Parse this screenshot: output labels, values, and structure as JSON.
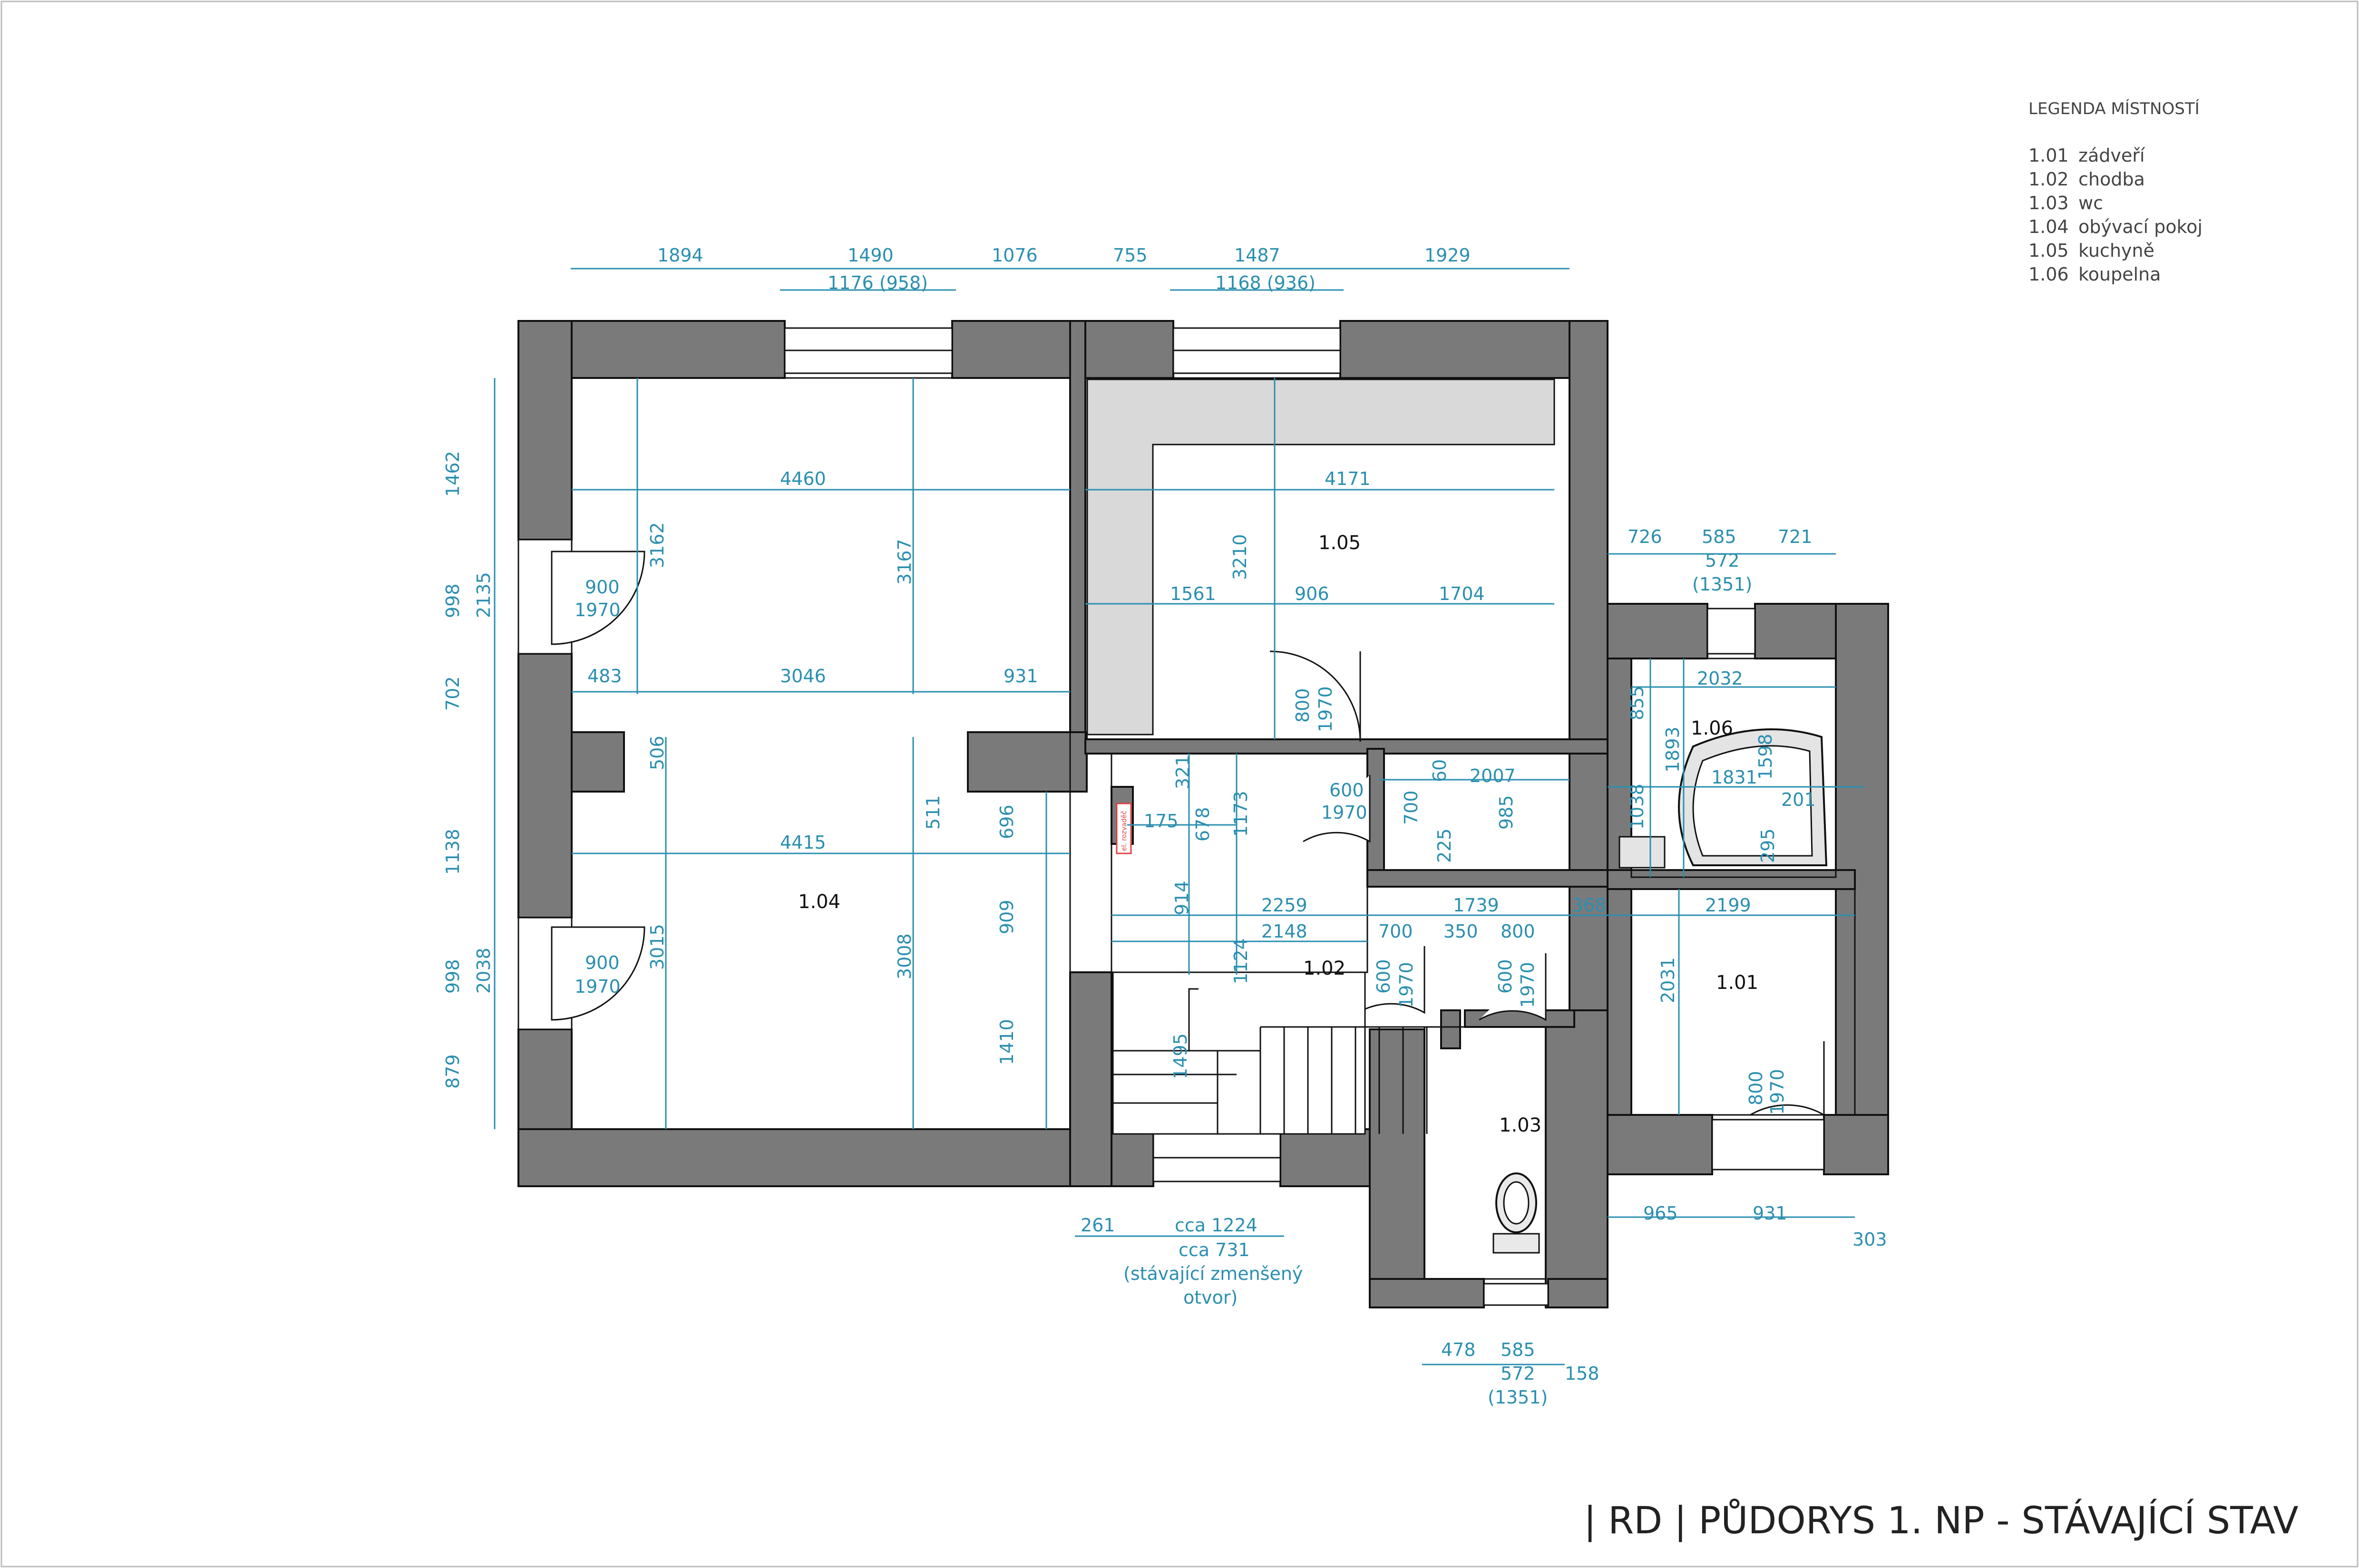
{
  "legend": {
    "title": "LEGENDA MÍSTNOSTÍ",
    "items": [
      {
        "code": "1.01",
        "name": "zádveří"
      },
      {
        "code": "1.02",
        "name": "chodba"
      },
      {
        "code": "1.03",
        "name": "wc"
      },
      {
        "code": "1.04",
        "name": "obývací pokoj"
      },
      {
        "code": "1.05",
        "name": "kuchyně"
      },
      {
        "code": "1.06",
        "name": "koupelna"
      }
    ]
  },
  "title": "| RD | PŮDORYS 1. NP - STÁVAJÍCÍ STAV",
  "rooms": {
    "r101": "1.01",
    "r102": "1.02",
    "r103": "1.03",
    "r104": "1.04",
    "r105": "1.05",
    "r106": "1.06"
  },
  "dims": {
    "top": [
      "1894",
      "1490",
      "1076",
      "755",
      "1487",
      "1929"
    ],
    "top_sub": [
      "1176 (958)",
      "1168 (936)"
    ],
    "left": [
      "1462",
      "998",
      "2135",
      "702",
      "1138",
      "998",
      "2038",
      "879"
    ],
    "living": [
      "4460",
      "3162",
      "3167",
      "483",
      "3046",
      "931",
      "506",
      "4415",
      "511",
      "696",
      "3015",
      "3008",
      "909",
      "1410"
    ],
    "doors_left": [
      {
        "w": "900",
        "h": "1970"
      },
      {
        "w": "900",
        "h": "1970"
      }
    ],
    "kitchen": [
      "4171",
      "3210",
      "1561",
      "906",
      "1704"
    ],
    "kitchen_door": {
      "w": "800",
      "h": "1970"
    },
    "right_window": [
      "726",
      "585",
      "721",
      "572",
      "(1351)"
    ],
    "bath": [
      "2032",
      "855",
      "1893",
      "1598",
      "1831",
      "201",
      "1038",
      "295"
    ],
    "hall": [
      "321",
      "678",
      "1173",
      "175",
      "600",
      "1970",
      "60",
      "2007",
      "700",
      "225",
      "985",
      "914",
      "2259",
      "1739",
      "368",
      "2199",
      "2148",
      "700",
      "350",
      "800",
      "1124",
      "600",
      "1970",
      "600",
      "1970",
      "2031",
      "1495"
    ],
    "entry_door": {
      "w": "800",
      "h": "1970"
    },
    "bottom_left": [
      "261",
      "cca 1224",
      "cca 731",
      "(stávající zmenšený",
      "otvor)"
    ],
    "bottom_right": [
      "965",
      "931",
      "303"
    ],
    "bottom_wc": [
      "478",
      "585",
      "572",
      "158",
      "(1351)"
    ],
    "electric": "el. rozvaděč"
  }
}
